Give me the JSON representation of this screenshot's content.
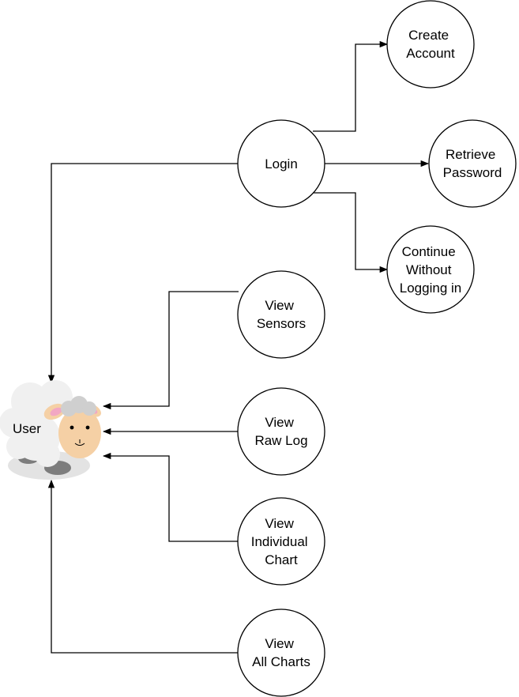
{
  "actor": {
    "label": "User",
    "icon": "sheep-icon"
  },
  "nodes": {
    "create_account": [
      "Create",
      "Account"
    ],
    "login": [
      "Login"
    ],
    "retrieve_password": [
      "Retrieve",
      "Password"
    ],
    "continue_without": [
      "Continue",
      "Without",
      "Logging in"
    ],
    "view_sensors": [
      "View",
      "Sensors"
    ],
    "view_raw_log": [
      "View",
      "Raw Log"
    ],
    "view_individual_chart": [
      "View",
      "Individual",
      "Chart"
    ],
    "view_all_charts": [
      "View",
      "All Charts"
    ]
  },
  "colors": {
    "stroke": "#000000",
    "fill": "#ffffff",
    "wool": "#f0f0f0",
    "face": "#f5d0a5",
    "ear_inner": "#f2a7c3",
    "hoof": "#7d7d7d",
    "shadow": "#e3e3e3"
  }
}
